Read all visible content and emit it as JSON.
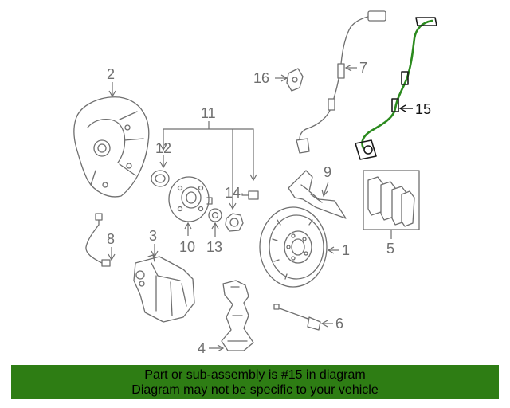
{
  "callouts": {
    "c1": "1",
    "c2": "2",
    "c3": "3",
    "c4": "4",
    "c5": "5",
    "c6": "6",
    "c7": "7",
    "c8": "8",
    "c9": "9",
    "c10": "10",
    "c11": "11",
    "c12": "12",
    "c13": "13",
    "c14": "14",
    "c15": "15",
    "c16": "16"
  },
  "highlight_color": "#2b8a1e",
  "banner": {
    "background": "#2e7d14",
    "line1": "Part or sub-assembly is #15 in diagram",
    "line2": "Diagram may not be specific to your vehicle"
  }
}
